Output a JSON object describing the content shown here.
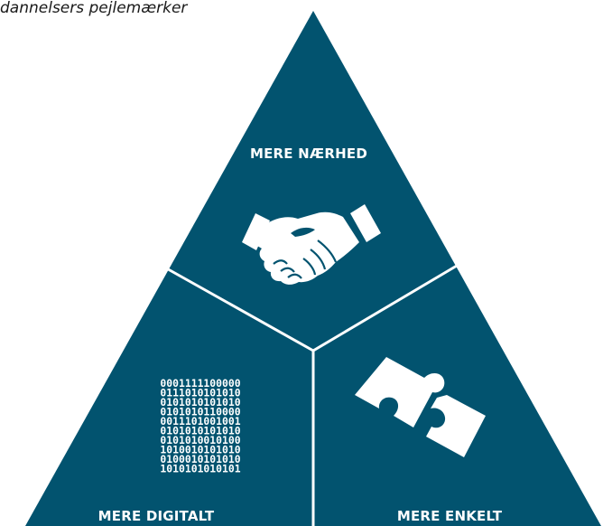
{
  "caption": "dannelsers pejlemærker",
  "colors": {
    "triangle_fill": "#02536f",
    "divider": "#ffffff",
    "text": "#ffffff"
  },
  "segments": {
    "top": {
      "label": "MERE NÆRHED",
      "icon": "handshake-icon"
    },
    "bottom_left": {
      "label": "MERE DIGITALT",
      "icon": "binary-code-icon",
      "binary_lines": [
        "0001111100000",
        "0111010101010",
        "0101010101010",
        "0101010110000",
        "0011101001001",
        "0101010101010",
        "0101010010100",
        "1010010101010",
        "0100010101010",
        "1010101010101"
      ]
    },
    "bottom_right": {
      "label": "MERE ENKELT",
      "icon": "puzzle-pieces-icon"
    }
  }
}
